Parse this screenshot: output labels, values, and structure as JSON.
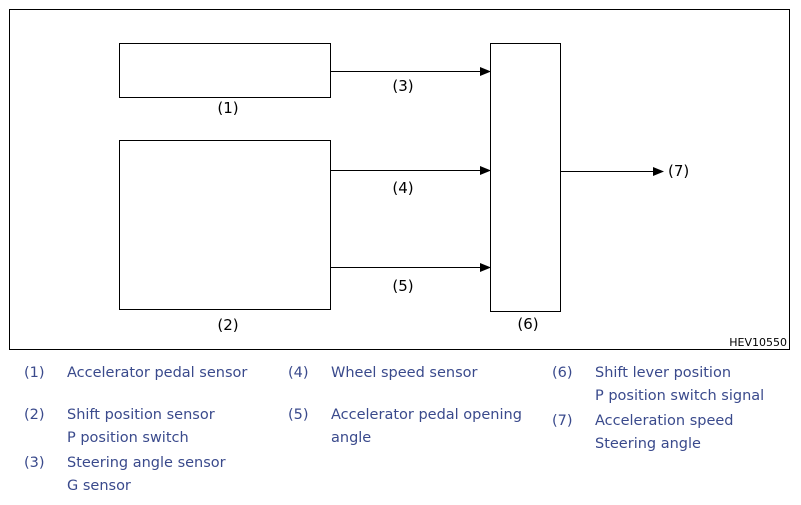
{
  "diagram": {
    "nodes": [
      {
        "id": "1",
        "label": "(1)"
      },
      {
        "id": "2",
        "label": "(2)"
      },
      {
        "id": "6",
        "label": "(6)"
      }
    ],
    "edges": [
      {
        "from": "1",
        "to": "6",
        "label": "(3)"
      },
      {
        "from": "2",
        "to": "6",
        "label": "(4)"
      },
      {
        "from": "2",
        "to": "6",
        "label": "(5)"
      },
      {
        "from": "6",
        "to": "output",
        "label": "(7)"
      }
    ],
    "figure_code": "HEV10550"
  },
  "legend": {
    "col1": [
      {
        "num": "(1)",
        "lines": [
          "Accelerator pedal sensor"
        ]
      },
      {
        "num": "(2)",
        "lines": [
          "Shift position sensor",
          "P position switch"
        ]
      },
      {
        "num": "(3)",
        "lines": [
          "Steering angle sensor",
          "G sensor"
        ]
      }
    ],
    "col2": [
      {
        "num": "(4)",
        "lines": [
          "Wheel speed sensor"
        ]
      },
      {
        "num": "(5)",
        "lines": [
          "Accelerator pedal opening",
          "angle"
        ]
      }
    ],
    "col3": [
      {
        "num": "(6)",
        "lines": [
          "Shift lever position",
          "P position switch signal"
        ]
      },
      {
        "num": "(7)",
        "lines": [
          "Acceleration speed",
          "Steering angle"
        ]
      }
    ]
  }
}
